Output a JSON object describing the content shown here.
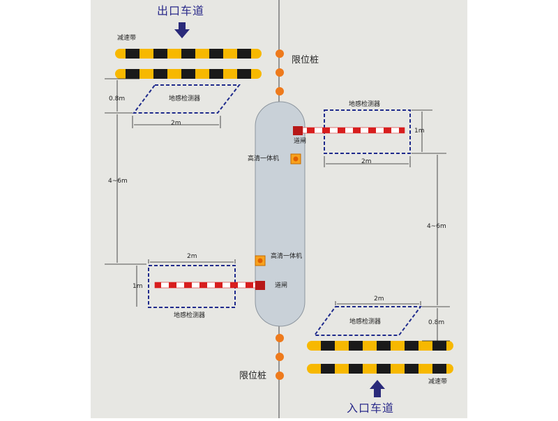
{
  "exit_lane": {
    "title": "出口车道"
  },
  "entry_lane": {
    "title": "入口车道"
  },
  "speed_bump_label": "减速带",
  "limit_post_label": "限位桩",
  "loop_detector_label": "地感检测器",
  "barrier_gate_label": "道闸",
  "hd_camera_label": "高清一体机",
  "dimensions": {
    "bump_to_loop": "0.8m",
    "loop_width": "2m",
    "loop_depth": "1m",
    "loop_spacing": "4~6m"
  },
  "colors": {
    "ground": "#e7e7e3",
    "island": "#c9d1d8",
    "bump_yellow": "#f7b800",
    "bump_black": "#1a1a1a",
    "post_orange": "#ee7a1c",
    "gate_red": "#d81e1e",
    "loop_dash": "#1e2a8c",
    "arrow": "#2a2a7a"
  }
}
